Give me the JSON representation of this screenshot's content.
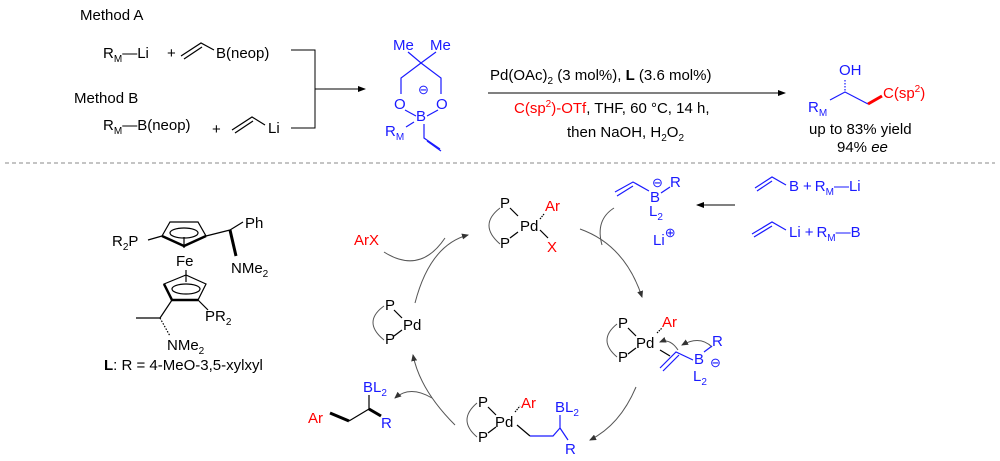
{
  "top": {
    "method_a": {
      "label": "Method A",
      "reagent1": "R",
      "reagent1_sub": "M",
      "reagent1_tail": "—Li",
      "plus": "+",
      "reagent2": "B(neop)"
    },
    "method_b": {
      "label": "Method B",
      "reagent1": "R",
      "reagent1_sub": "M",
      "reagent1_tail": "—B(neop)",
      "plus": "+",
      "reagent2": "Li"
    },
    "boronate": {
      "me1": "Me",
      "me2": "Me",
      "o1": "O",
      "o2": "O",
      "b": "B",
      "charge": "⊖",
      "rm": "R",
      "rm_sub": "M"
    },
    "conditions": {
      "line1_pre": "Pd(OAc)",
      "line1_sub": "2",
      "line1_mid": " (3 mol%), ",
      "line1_bold": "L",
      "line1_post": " (3.6 mol%)",
      "line2_red": "C(sp",
      "line2_red_sup": "2",
      "line2_red_post": ")-OTf",
      "line2_black": ", THF, 60 °C, 14 h,",
      "line3_pre": "then NaOH, H",
      "line3_sub": "2",
      "line3_mid": "O",
      "line3_sub2": "2"
    },
    "product": {
      "oh": "OH",
      "rm": "R",
      "rm_sub": "M",
      "csp2": "C(sp",
      "csp2_sup": "2",
      "csp2_post": ")",
      "yield": "up to 83% yield",
      "ee_value": "94% ",
      "ee_label": "ee"
    }
  },
  "ligand": {
    "r2p": "R",
    "r2p_sub": "2",
    "r2p_p": "P",
    "ph": "Ph",
    "fe": "Fe",
    "nme2_top": "NMe",
    "nme2_top_sub": "2",
    "pr2": "PR",
    "pr2_sub": "2",
    "nme2_bot": "NMe",
    "nme2_bot_sub": "2",
    "caption_bold": "L",
    "caption_rest": ": R = 4-MeO-3,5-xylxyl"
  },
  "cycle": {
    "arx": "ArX",
    "pd0": {
      "p1": "P",
      "p2": "P",
      "pd": "Pd"
    },
    "oxadd": {
      "p1": "P",
      "p2": "P",
      "pd": "Pd",
      "ar": "Ar",
      "x": "X"
    },
    "boronate": {
      "b": "B",
      "charge": "⊖",
      "r": "R",
      "l2": "L",
      "l2_sub": "2"
    },
    "li": "Li",
    "li_charge": "⊕",
    "side1": {
      "b": "B",
      "plus": "+",
      "rm": "R",
      "rm_sub": "M",
      "tail": "—Li"
    },
    "side2": {
      "li": "Li",
      "plus": "+",
      "rm": "R",
      "rm_sub": "M",
      "tail": "—B"
    },
    "complex": {
      "p1": "P",
      "p2": "P",
      "pd": "Pd",
      "ar": "Ar",
      "b": "B",
      "charge": "⊖",
      "r": "R",
      "l2": "L",
      "l2_sub": "2"
    },
    "alkyl": {
      "p1": "P",
      "p2": "P",
      "pd": "Pd",
      "ar": "Ar",
      "bl2": "BL",
      "bl2_sub": "2",
      "r": "R"
    },
    "product": {
      "ar": "Ar",
      "bl2": "BL",
      "bl2_sub": "2",
      "r": "R"
    }
  }
}
